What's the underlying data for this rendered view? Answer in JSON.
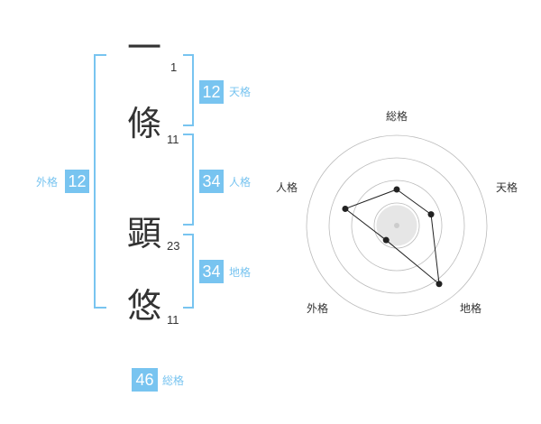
{
  "name": {
    "chars": [
      {
        "char": "一",
        "strokes": "1"
      },
      {
        "char": "條",
        "strokes": "11"
      },
      {
        "char": "顕",
        "strokes": "23"
      },
      {
        "char": "悠",
        "strokes": "11"
      }
    ]
  },
  "kaku": {
    "tenkaku": {
      "value": "12",
      "label": "天格"
    },
    "jinkaku": {
      "value": "34",
      "label": "人格"
    },
    "chikaku": {
      "value": "34",
      "label": "地格"
    },
    "gaikaku": {
      "value": "12",
      "label": "外格"
    },
    "soukaku": {
      "value": "46",
      "label": "総格"
    }
  },
  "chart_data": {
    "type": "radar",
    "axes": [
      "総格",
      "天格",
      "地格",
      "外格",
      "人格"
    ],
    "values": [
      2,
      2,
      4,
      1,
      3
    ],
    "max": 5,
    "rings": 4,
    "colors": {
      "line": "#222222",
      "point": "#222222",
      "ring": "#bbbbbb",
      "center": "#e6e6e6"
    }
  }
}
